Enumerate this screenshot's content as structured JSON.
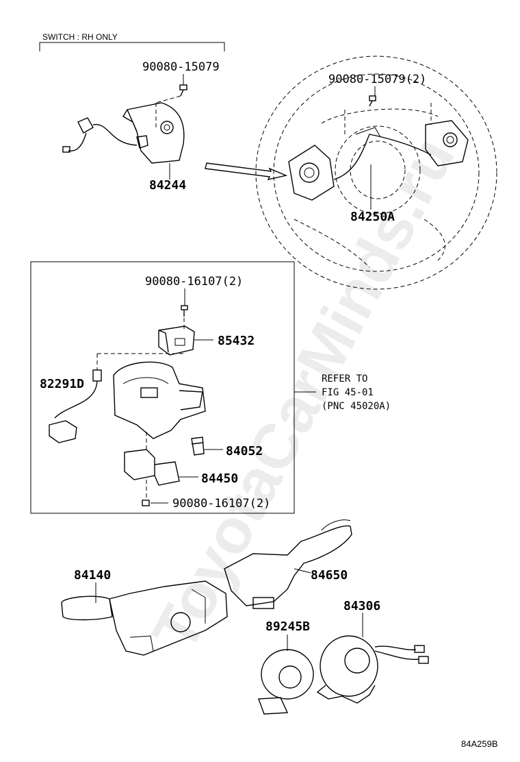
{
  "header": {
    "note": "SWITCH : RH ONLY"
  },
  "parts": {
    "screw_top_left": "90080-15079",
    "screw_top_right": "90080-15079(2)",
    "switch_left": "84244",
    "switch_assy": "84250A",
    "screw_box_top": "90080-16107(2)",
    "housing_top": "85432",
    "sensor": "82291D",
    "key_cylinder": "84052",
    "housing_bottom": "84450",
    "screw_box_bottom": "90080-16107(2)",
    "combo_left": "84140",
    "combo_right": "84650",
    "spiral_cable": "84306",
    "steering_sensor": "89245B"
  },
  "refer": {
    "line1": "REFER TO",
    "line2": "FIG 45-01",
    "line3": "(PNC 45020A)"
  },
  "watermark": "ToyotaCarMinds.ru",
  "figure_code": "84A259B",
  "icons": [
    "steering-wheel-icon",
    "switch-icon",
    "screw-icon",
    "connector-icon"
  ]
}
